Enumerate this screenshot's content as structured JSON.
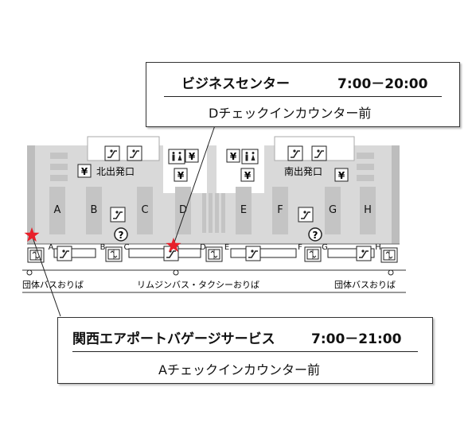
{
  "callouts": {
    "business": {
      "name": "ビジネスセンター",
      "hours": "7:00－20:00",
      "location": "Dチェックインカウンター前"
    },
    "baggage": {
      "name": "関西エアポートバゲージサービス",
      "hours": "7:00－21:00",
      "location": "Aチェックインカウンター前"
    }
  },
  "gates": {
    "north": "北出発口",
    "south": "南出発口"
  },
  "counters": [
    "A",
    "B",
    "C",
    "D",
    "E",
    "F",
    "G",
    "H"
  ],
  "bus_stops": {
    "group_left": "団体バスおりば",
    "limousine": "リムジンバス・タクシーおりば",
    "group_right": "団体バスおりば"
  },
  "symbols": {
    "yen": "¥",
    "info": "?"
  },
  "colors": {
    "floor": "#d7d7d7",
    "wall": "#cfcfcf",
    "block": "#c4c4c4",
    "marker": "#e8202a"
  }
}
